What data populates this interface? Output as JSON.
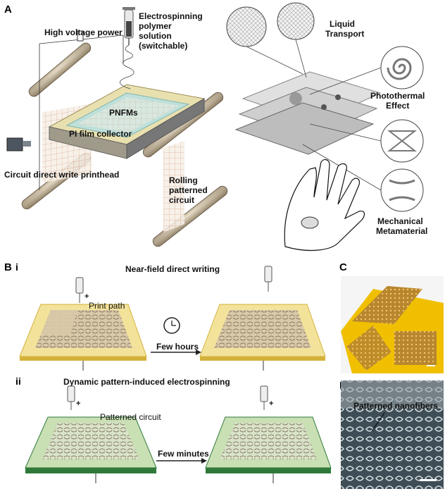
{
  "panels": {
    "a": "A",
    "b": "B",
    "c": "C",
    "d": "D",
    "b_i": "i",
    "b_ii": "ii"
  },
  "panel_a": {
    "electrospinning_line1": "Electrospinning",
    "electrospinning_line2": "polymer",
    "electrospinning_line3": "solution",
    "electrospinning_line4": "(switchable)",
    "high_voltage": "High voltage power",
    "pnfms": "PNFMs",
    "pi_film": "PI film collector",
    "circuit_printhead": "Circuit direct write printhead",
    "rolling_line1": "Rolling",
    "rolling_line2": "patterned",
    "rolling_line3": "circuit",
    "liquid_line1": "Liquid",
    "liquid_line2": "Transport",
    "photo_line1": "Photothermal",
    "photo_line2": "Effect",
    "mech_line1": "Mechanical",
    "mech_line2": "Metamaterial"
  },
  "panel_b": {
    "near_field": "Near-field direct writing",
    "print_path": "Print path",
    "few_hours": "Few hours",
    "dynamic": "Dynamic pattern-induced electrospinning",
    "patterned_circuit": "Patterned circuit",
    "few_minutes": "Few minutes",
    "plus": "+"
  },
  "panel_d": {
    "patterned_nanofibers": "Patterned nanofibers"
  },
  "colors": {
    "yellow_film": "#f3e39a",
    "yellow_edge": "#d4b23a",
    "green_film": "#c9dfb4",
    "green_edge": "#2f7a3a",
    "grid": "#b7a98e",
    "roller": "#9c8c72"
  }
}
